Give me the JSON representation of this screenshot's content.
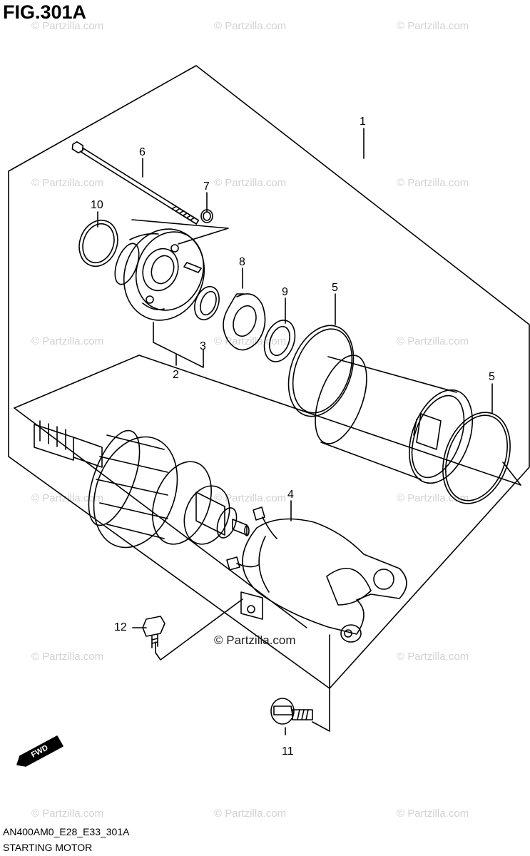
{
  "figure": {
    "title": "FIG.301A",
    "code": "AN400AM0_E28_E33_301A",
    "caption": "STARTING MOTOR"
  },
  "watermark": {
    "text": "© Partzilla.com",
    "center_text": "© Partzilla.com"
  },
  "callouts": {
    "c1": "1",
    "c2": "2",
    "c3": "3",
    "c4": "4",
    "c5a": "5",
    "c5b": "5",
    "c6": "6",
    "c7": "7",
    "c8": "8",
    "c9": "9",
    "c10": "10",
    "c11": "11",
    "c12": "12"
  },
  "fwd_label": "FWD"
}
